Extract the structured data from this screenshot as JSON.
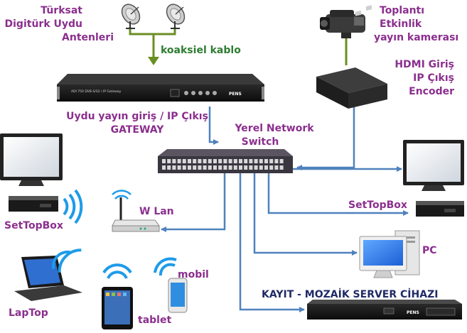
{
  "labels": {
    "satellite_antennas": [
      "Türksat",
      "Digitürk Uydu",
      "Antenleri"
    ],
    "coax_cable": "koaksiel kablo",
    "camera": [
      "Toplantı",
      "Etkinlik",
      "yayın kamerası"
    ],
    "encoder": [
      "HDMI Giriş",
      "IP Çıkış",
      "Encoder"
    ],
    "gateway": [
      "Uydu yayın giriş / IP Çıkış",
      "GATEWAY"
    ],
    "switch": [
      "Yerel  Network",
      "Switch"
    ],
    "settopbox_left": "SetTopBox",
    "settopbox_right": "SetTopBox",
    "wlan": "W Lan",
    "pc": "PC",
    "mobil": "mobil",
    "tablet": "tablet",
    "laptop": "LapTop",
    "recorder": "KAYIT - MOZAİK SERVER  CİHAZI"
  },
  "device_text": {
    "gateway_brand": "PENS",
    "gateway_model": "ADI 750  DVB-S/S2 / IP Gateway",
    "recorder_brand": "PENS"
  },
  "colors": {
    "label_purple": "#8b2f8e",
    "label_green": "#2e7d32",
    "label_navy": "#1f2a66",
    "link_blue": "#4f82bd",
    "coax_green": "#6b8e23"
  }
}
